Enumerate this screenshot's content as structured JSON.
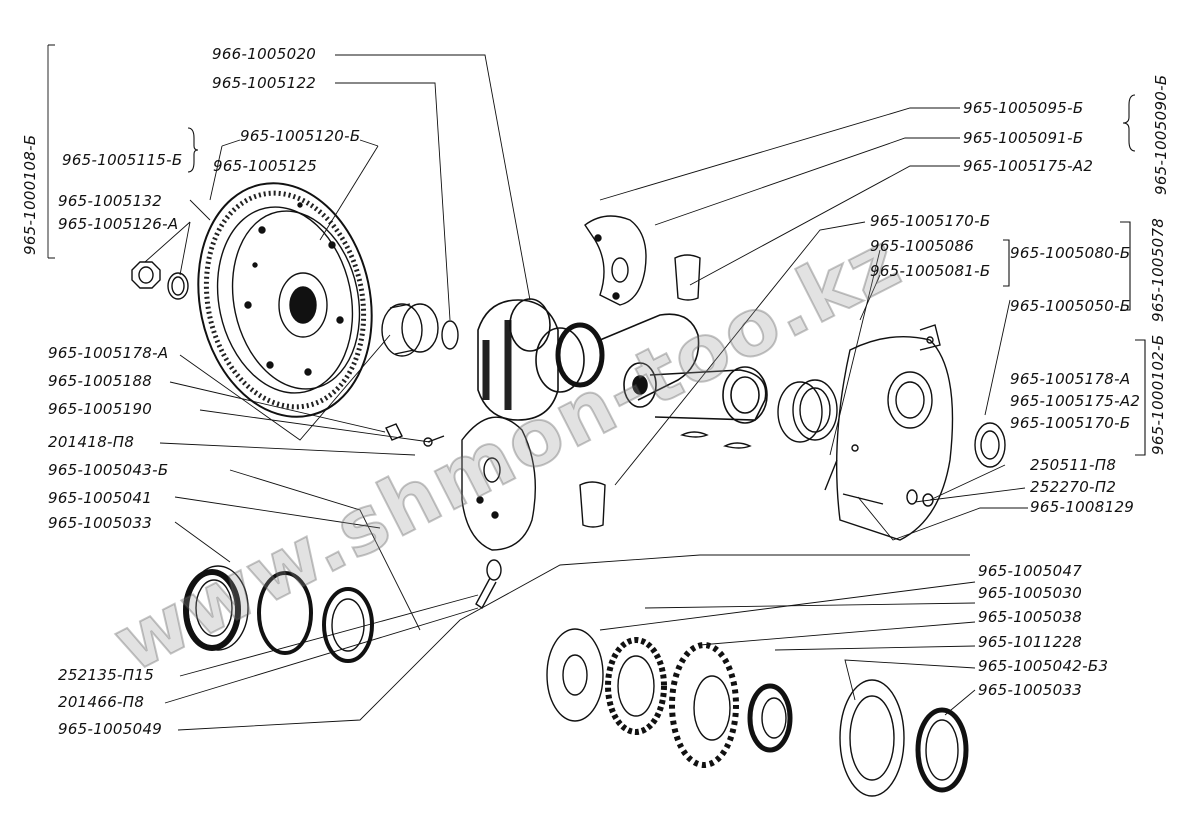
{
  "watermark": "www.shmon-too.kz",
  "labels": {
    "l1": "966-1005020",
    "l2": "965-1005122",
    "l3": "965-1005120-Б",
    "l4": "965-1005115-Б",
    "l5": "965-1005125",
    "l6": "965-1005132",
    "l7": "965-1005126-А",
    "l8": "965-1005178-А",
    "l9": "965-1005188",
    "l10": "965-1005190",
    "l11": "201418-П8",
    "l12": "965-1005043-Б",
    "l13": "965-1005041",
    "l14": "965-1005033",
    "l15": "252135-П15",
    "l16": "201466-П8",
    "l17": "965-1005049",
    "r1": "965-1005095-Б",
    "r2": "965-1005091-Б",
    "r3": "965-1005175-А2",
    "r4": "965-1005170-Б",
    "r5": "965-1005086",
    "r6": "965-1005081-Б",
    "r7": "965-1005080-Б",
    "r8": "965-1005050-Б",
    "r9": "965-1005178-А",
    "r10": "965-1005175-А2",
    "r11": "965-1005170-Б",
    "r12": "250511-П8",
    "r13": "252270-П2",
    "r14": "965-1008129",
    "b1": "965-1005047",
    "b2": "965-1005030",
    "b3": "965-1005038",
    "b4": "965-1011228",
    "b5": "965-1005042-Б3",
    "b6": "965-1005033"
  },
  "group_labels": {
    "g_left": "965-1000108-Б",
    "g_right_top": "965-1005090-Б",
    "g_right_mid": "965-1005078",
    "g_right_low": "965-1000102-Б"
  }
}
